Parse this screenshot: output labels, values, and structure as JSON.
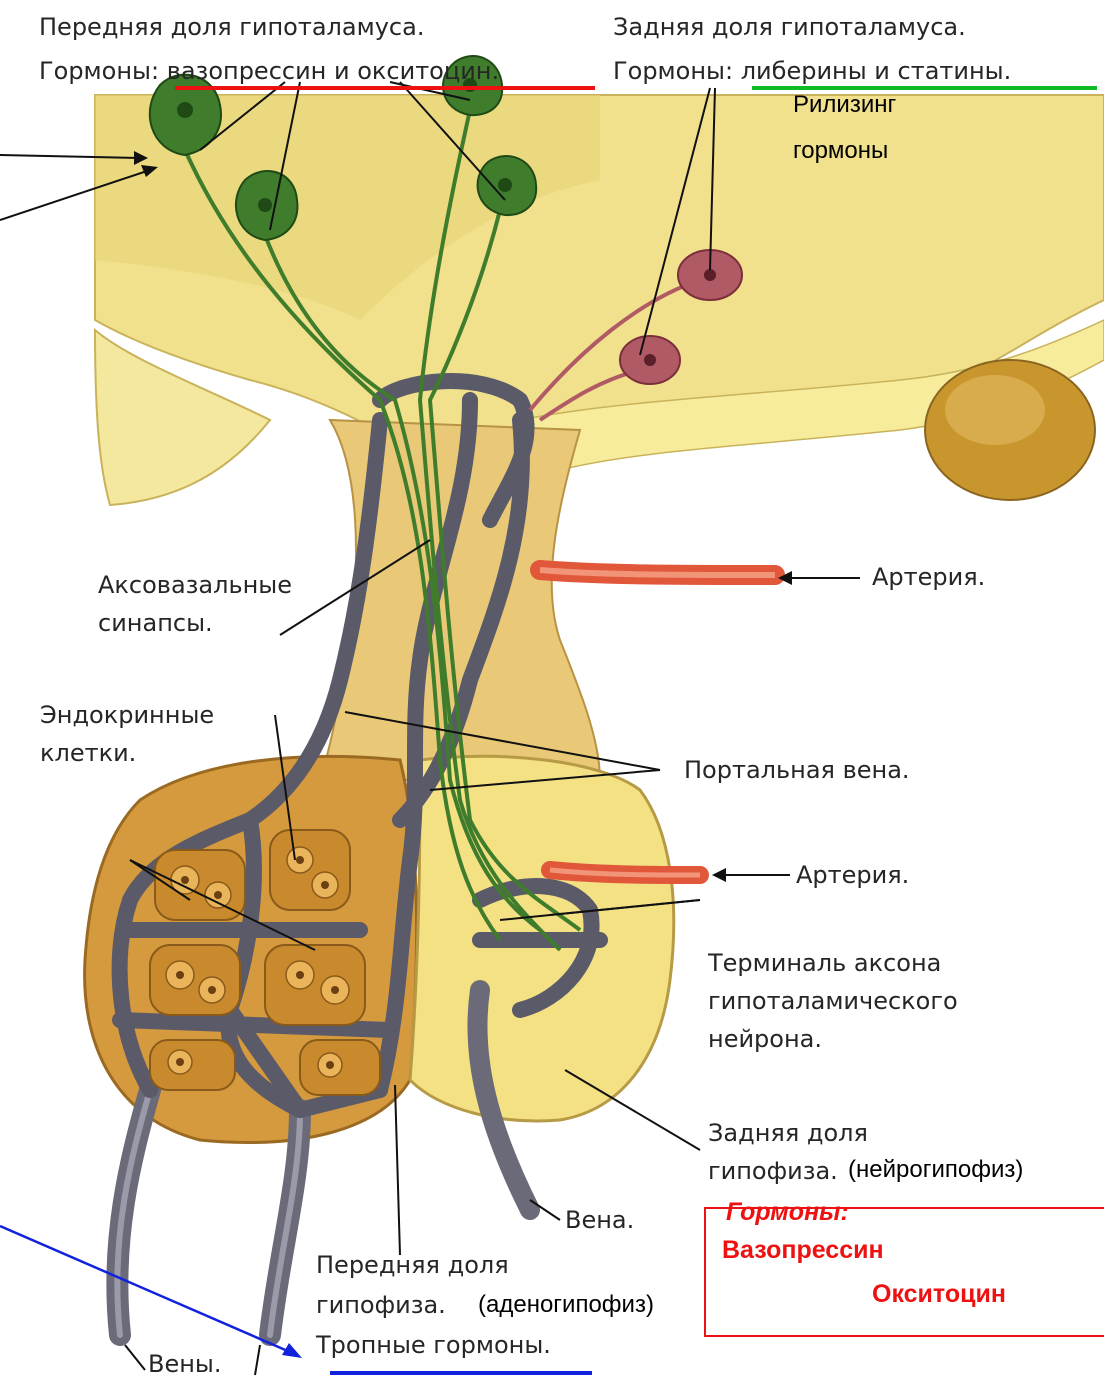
{
  "header": {
    "anterior_hypothalamus_title": "Передняя доля гипоталамуса.",
    "anterior_hypothalamus_hormones": "Гормоны: вазопрессин и окситоцин.",
    "posterior_hypothalamus_title": "Задняя доля гипоталамуса.",
    "posterior_hypothalamus_hormones": "Гормоны: либерины и статины."
  },
  "annotations": {
    "releasing_line1": "Рилизинг",
    "releasing_line2": "гормоны",
    "adenohypophysis": "(аденогипофиз)",
    "neurohypophysis": "(нейрогипофиз)"
  },
  "labels": {
    "axovasal_line1": "Аксовазальные",
    "axovasal_line2": "синапсы.",
    "artery_top": "Артерия.",
    "endocrine_line1": "Эндокринные",
    "endocrine_line2": "клетки.",
    "portal_vein": "Портальная вена.",
    "artery_bottom": "Артерия.",
    "terminal_line1": "Терминаль аксона",
    "terminal_line2": "гипоталамического",
    "terminal_line3": "нейрона.",
    "posterior_pituitary_line1": "Задняя доля",
    "posterior_pituitary_line2": "гипофиза.",
    "vein": "Вена.",
    "anterior_pituitary_line1": "Передняя доля",
    "anterior_pituitary_line2": "гипофиза.",
    "tropic_hormones": "Тропные гормоны.",
    "veins": "Вены."
  },
  "hormone_box": {
    "title": "Гормоны:",
    "line1": "Вазопрессин",
    "line2": "Окситоцин"
  },
  "colors": {
    "red_accent": "#ee1111",
    "green_accent": "#11bb22",
    "blue_accent": "#1122dd",
    "tissue_yellow": "#f1e08c",
    "gland_orange": "#d9a24a",
    "vessel_gray": "#6a6a78",
    "neuron_green": "#3f7d2c",
    "neuron_pink": "#b05a66",
    "artery_red": "#e0573a"
  }
}
